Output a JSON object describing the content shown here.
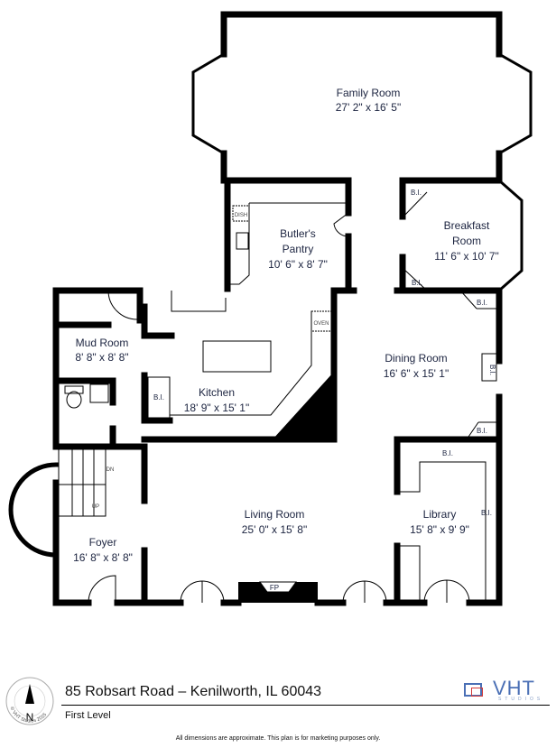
{
  "rooms": {
    "family": {
      "name": "Family Room",
      "dims": "27' 2\" x 16' 5\""
    },
    "breakfast": {
      "name1": "Breakfast",
      "name2": "Room",
      "dims": "11' 6\" x 10' 7\""
    },
    "butlers": {
      "name1": "Butler's",
      "name2": "Pantry",
      "dims": "10' 6\" x 8' 7\""
    },
    "mud": {
      "name": "Mud Room",
      "dims": "8' 8\" x 8' 8\""
    },
    "kitchen": {
      "name": "Kitchen",
      "dims": "18' 9\" x 15' 1\""
    },
    "dining": {
      "name": "Dining Room",
      "dims": "16' 6\" x 15' 1\""
    },
    "living": {
      "name": "Living Room",
      "dims": "25' 0\" x 15' 8\""
    },
    "library": {
      "name": "Library",
      "dims": "15' 8\" x 9' 9\""
    },
    "foyer": {
      "name": "Foyer",
      "dims": "16' 8\" x 8' 8\""
    }
  },
  "fixtures": {
    "bi": "B.I.",
    "dish": "DISH",
    "oven": "OVEN",
    "fp": "FP",
    "dn": "DN",
    "up": "UP"
  },
  "footer": {
    "address": "85 Robsart Road – Kenilworth, IL 60043",
    "level": "First Level",
    "disclaimer": "All dimensions are approximate. This plan is for marketing purposes only.",
    "compass_letter": "N",
    "compass_ring_text": "© VHT Studios 2015",
    "logo_text": "VHT",
    "logo_subtext": "STUDIOS"
  },
  "colors": {
    "wall": "#000000",
    "label": "#1c2440",
    "logo_blue": "#4a6fb5",
    "logo_red": "#d23a3a"
  }
}
